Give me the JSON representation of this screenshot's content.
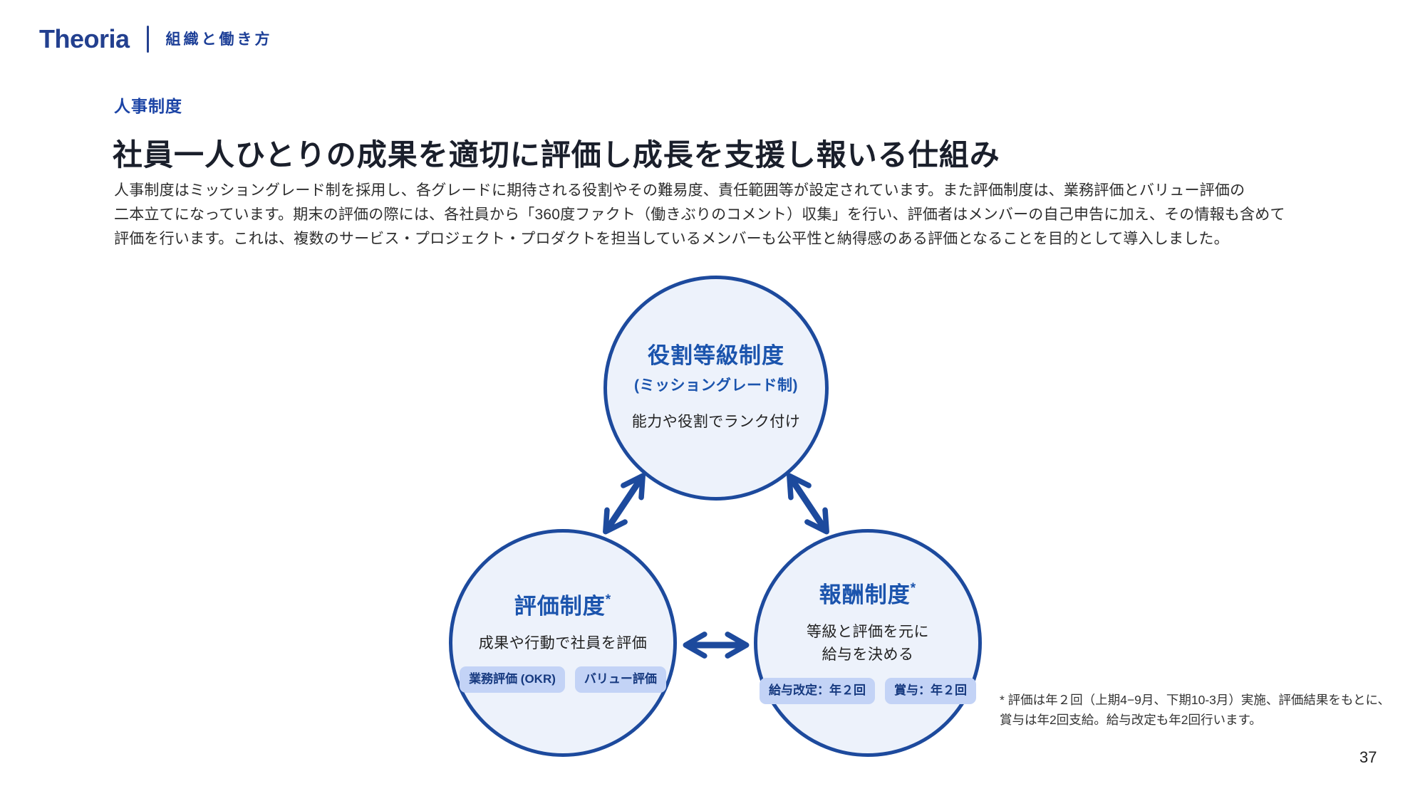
{
  "header": {
    "logo": "Theoria",
    "tagline": "組織と働き方"
  },
  "eyebrow": "人事制度",
  "title": "社員一人ひとりの成果を適切に評価し成長を支援し報いる仕組み",
  "intro": {
    "line1": "人事制度はミッショングレード制を採用し、各グレードに期待される役割やその難易度、責任範囲等が設定されています。また評価制度は、業務評価とバリュー評価の",
    "line2": "二本立てになっています。期末の評価の際には、各社員から「360度ファクト（働きぶりのコメント）収集」を行い、評価者はメンバーの自己申告に加え、その情報も含めて",
    "line3": "評価を行います。これは、複数のサービス・プロジェクト・プロダクトを担当しているメンバーも公平性と納得感のある評価となることを目的として導入しました。"
  },
  "diagram": {
    "grade": {
      "title": "役割等級制度",
      "subtitle": "(ミッショングレード制)",
      "body": "能力や役割でランク付け"
    },
    "evaluation": {
      "title": "評価制度",
      "asterisk": "*",
      "body": "成果や行動で社員を評価",
      "pills": [
        "業務評価 (OKR)",
        "バリュー評価"
      ]
    },
    "compensation": {
      "title": "報酬制度",
      "asterisk": "*",
      "body_line1": "等級と評価を元に",
      "body_line2": "給与を決める",
      "pills": [
        "給与改定：年２回",
        "賞与：年２回"
      ]
    }
  },
  "footnote": {
    "line1": "* 評価は年２回（上期4−9月、下期10-3月）実施、評価結果をもとに、",
    "line2": "賞与は年2回支給。給与改定も年2回行います。"
  },
  "page_number": "37",
  "colors": {
    "navy": "#1d4a9d",
    "title_blue": "#1b54ad",
    "logo_blue": "#23408f",
    "circle_fill": "#edf2fb",
    "pill_fill": "#c3d3f6",
    "pill_text": "#16397f",
    "heading_text": "#1a1f2b",
    "body_text": "#2d2d2d"
  }
}
